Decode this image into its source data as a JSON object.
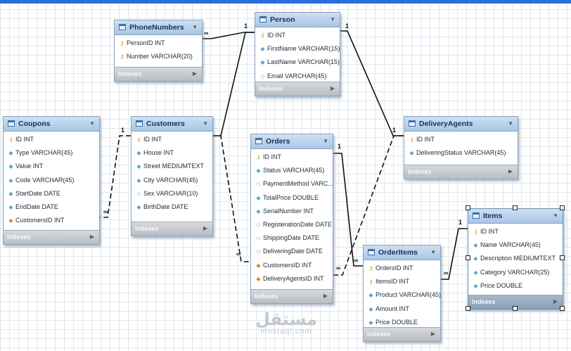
{
  "tables": {
    "phonenumbers": {
      "name": "PhoneNumbers",
      "columns": [
        {
          "text": "PersonID INT",
          "icon": "pk"
        },
        {
          "text": "Number VARCHAR(20)",
          "icon": "pk"
        }
      ],
      "footer": "Indexes"
    },
    "person": {
      "name": "Person",
      "columns": [
        {
          "text": "ID INT",
          "icon": "pk"
        },
        {
          "text": "FirstName VARCHAR(15)",
          "icon": "col"
        },
        {
          "text": "LastName VARCHAR(15)",
          "icon": "col"
        },
        {
          "text": "Email VARCHAR(45)",
          "icon": "hollow"
        }
      ],
      "footer": "Indexes"
    },
    "coupons": {
      "name": "Coupons",
      "columns": [
        {
          "text": "ID INT",
          "icon": "pk"
        },
        {
          "text": "Type VARCHAR(45)",
          "icon": "col"
        },
        {
          "text": "Value INT",
          "icon": "col"
        },
        {
          "text": "Code VARCHAR(45)",
          "icon": "col"
        },
        {
          "text": "StartDate DATE",
          "icon": "col"
        },
        {
          "text": "EndDate DATE",
          "icon": "col"
        },
        {
          "text": "CustomersID INT",
          "icon": "fk"
        }
      ],
      "footer": "Indexes"
    },
    "customers": {
      "name": "Customers",
      "columns": [
        {
          "text": "ID INT",
          "icon": "pk"
        },
        {
          "text": "House INT",
          "icon": "col"
        },
        {
          "text": "Street MEDIUMTEXT",
          "icon": "col"
        },
        {
          "text": "City VARCHAR(45)",
          "icon": "col"
        },
        {
          "text": "Sex VARCHAR(10)",
          "icon": "hollow"
        },
        {
          "text": "BirthDate DATE",
          "icon": "col"
        }
      ],
      "footer": "Indexes"
    },
    "orders": {
      "name": "Orders",
      "columns": [
        {
          "text": "ID INT",
          "icon": "pk"
        },
        {
          "text": "Status VARCHAR(45)",
          "icon": "col"
        },
        {
          "text": "PaymentMethod VARC...",
          "icon": "hollow"
        },
        {
          "text": "TotalPrice DOUBLE",
          "icon": "col"
        },
        {
          "text": "SerialNumber INT",
          "icon": "col"
        },
        {
          "text": "RegisterationDate DATE",
          "icon": "hollow"
        },
        {
          "text": "ShippingDate DATE",
          "icon": "hollow"
        },
        {
          "text": "DeliveringDate DATE",
          "icon": "hollow"
        },
        {
          "text": "CustomersID INT",
          "icon": "fk"
        },
        {
          "text": "DeliveryAgentsID INT",
          "icon": "fk"
        }
      ],
      "footer": "Indexes"
    },
    "deliveryagents": {
      "name": "DeliveryAgents",
      "columns": [
        {
          "text": "ID INT",
          "icon": "pk"
        },
        {
          "text": "DeliveringStatus VARCHAR(45)",
          "icon": "col"
        }
      ],
      "footer": "Indexes"
    },
    "orderitems": {
      "name": "OrderItems",
      "columns": [
        {
          "text": "OrdersID INT",
          "icon": "pk"
        },
        {
          "text": "ItemsID INT",
          "icon": "pk"
        },
        {
          "text": "Product VARCHAR(45)",
          "icon": "col"
        },
        {
          "text": "Amount INT",
          "icon": "col"
        },
        {
          "text": "Price DOUBLE",
          "icon": "col"
        }
      ],
      "footer": "Indexes"
    },
    "items": {
      "name": "Items",
      "columns": [
        {
          "text": "ID INT",
          "icon": "pk"
        },
        {
          "text": "Name VARCHAR(45)",
          "icon": "col"
        },
        {
          "text": "Description MEDIUMTEXT",
          "icon": "col"
        },
        {
          "text": "Category VARCHAR(25)",
          "icon": "col"
        },
        {
          "text": "Price DOUBLE",
          "icon": "col"
        }
      ],
      "footer": "Indexes"
    }
  },
  "cardinality": {
    "one": "1",
    "many": "∞"
  },
  "icons": {
    "pk": "key-icon",
    "fk": "foreign-key-icon",
    "col": "column-icon",
    "hollow": "nullable-column-icon",
    "table": "table-icon",
    "caret": "chevron-down-icon",
    "footer_arrow": "chevron-right-icon"
  },
  "watermark": {
    "arabic": "مستقل",
    "latin": "mostaql.com"
  },
  "colors": {
    "accent": "#2a6fd6",
    "header": "#a9c6e6",
    "key": "#d8a11a",
    "column": "#5aa7c9"
  }
}
